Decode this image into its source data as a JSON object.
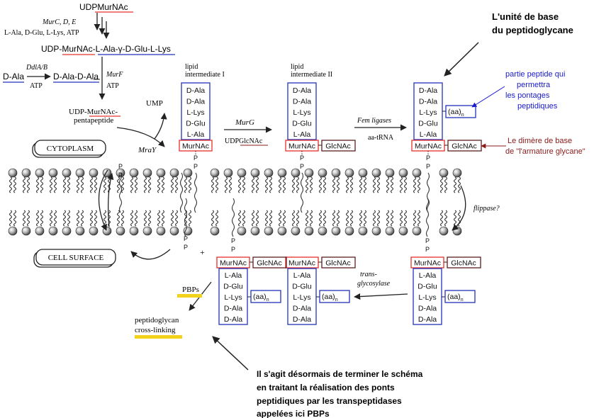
{
  "top": {
    "udp_murnac": "UDPMurNAc",
    "mur_cde": "MurC, D, E",
    "amino_acids": "L-Ala, D-Glu, L-Lys, ATP",
    "udp_chain": "UDP-MurNAc-L-Ala-γ-D-Glu-L-Lys",
    "d_ala": "D-Ala",
    "ddl": "DdlA/B",
    "atp": "ATP",
    "d_ala_d_ala": "D-Ala-D-Ala",
    "murf": "MurF",
    "murf_atp": "ATP",
    "udp_murnac_pp_1": "UDP-MurNAc-",
    "udp_murnac_pp_2": "pentapeptide",
    "ump": "UMP",
    "mray": "MraY"
  },
  "intermediates": {
    "lipid_1_a": "lipid",
    "lipid_1_b": "intermediate I",
    "lipid_2_a": "lipid",
    "lipid_2_b": "intermediate II",
    "murg": "MurG",
    "udp_glcnac": "UDPGlcNAc",
    "fem": "Fem ligases",
    "aa_trna": "aa-tRNA",
    "flippase": "flippase?",
    "transglycosylase_1": "trans-",
    "transglycosylase_2": "glycosylase",
    "pbps": "PBPs",
    "crosslink_1": "peptidoglycan",
    "crosslink_2": "cross-linking",
    "plus": "+"
  },
  "residues": {
    "d_ala": "D-Ala",
    "l_lys": "L-Lys",
    "d_glu": "D-Glu",
    "l_ala": "L-Ala",
    "murnac": "MurNAc",
    "glcnac": "GlcNAc",
    "aa": "(aa)",
    "n": "n",
    "p": "P"
  },
  "regions": {
    "cytoplasm": "CYTOPLASM",
    "cell_surface": "CELL SURFACE"
  },
  "annotations": {
    "unite_1": "L'unité de base",
    "unite_2": "du peptidoglycane",
    "peptide_1": "partie peptide qui",
    "peptide_2": "permettra",
    "peptide_3": "les pontages",
    "peptide_4": "peptidiques",
    "dimere_1": "Le dimère de base",
    "dimere_2": "de \"l'armature glycane\"",
    "note_1": "Il s'agit désormais de terminer le schéma",
    "note_2": "en traitant la réalisation des ponts",
    "note_3": "peptidiques par les transpeptidases",
    "note_4": "appelées ici PBPs"
  },
  "colors": {
    "red_box": "#e8302a",
    "blue_box": "#2233bb",
    "blue_text": "#1a1acc",
    "dark_red_text": "#8b1a1a",
    "yellow": "#f2d21b",
    "dark_box": "#5a2020"
  }
}
